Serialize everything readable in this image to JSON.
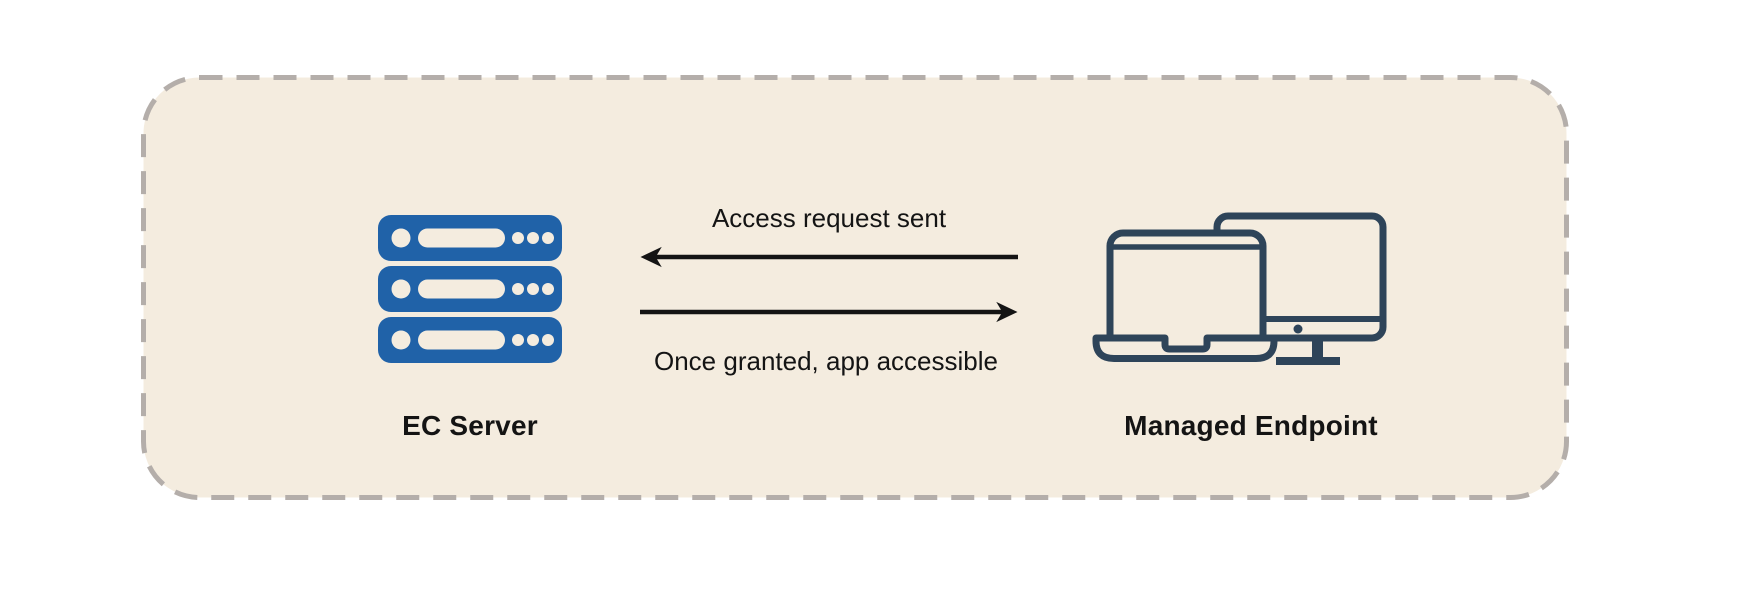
{
  "diagram": {
    "panel": {
      "background_color": "#f4ecdf",
      "border_color": "#b4aeaa",
      "border_style": "dashed"
    },
    "server": {
      "label": "EC Server",
      "icon": "server-stack-icon",
      "icon_color": "#2062a8"
    },
    "endpoint": {
      "label": "Managed Endpoint",
      "icon": "laptop-and-monitor-icon",
      "icon_color": "#2e4459"
    },
    "flows": [
      {
        "label": "Access request sent",
        "direction": "right-to-left"
      },
      {
        "label": "Once granted, app accessible",
        "direction": "left-to-right"
      }
    ],
    "arrow_color": "#141414",
    "text_color": "#141414",
    "hole_color": "#f4ecdf"
  }
}
